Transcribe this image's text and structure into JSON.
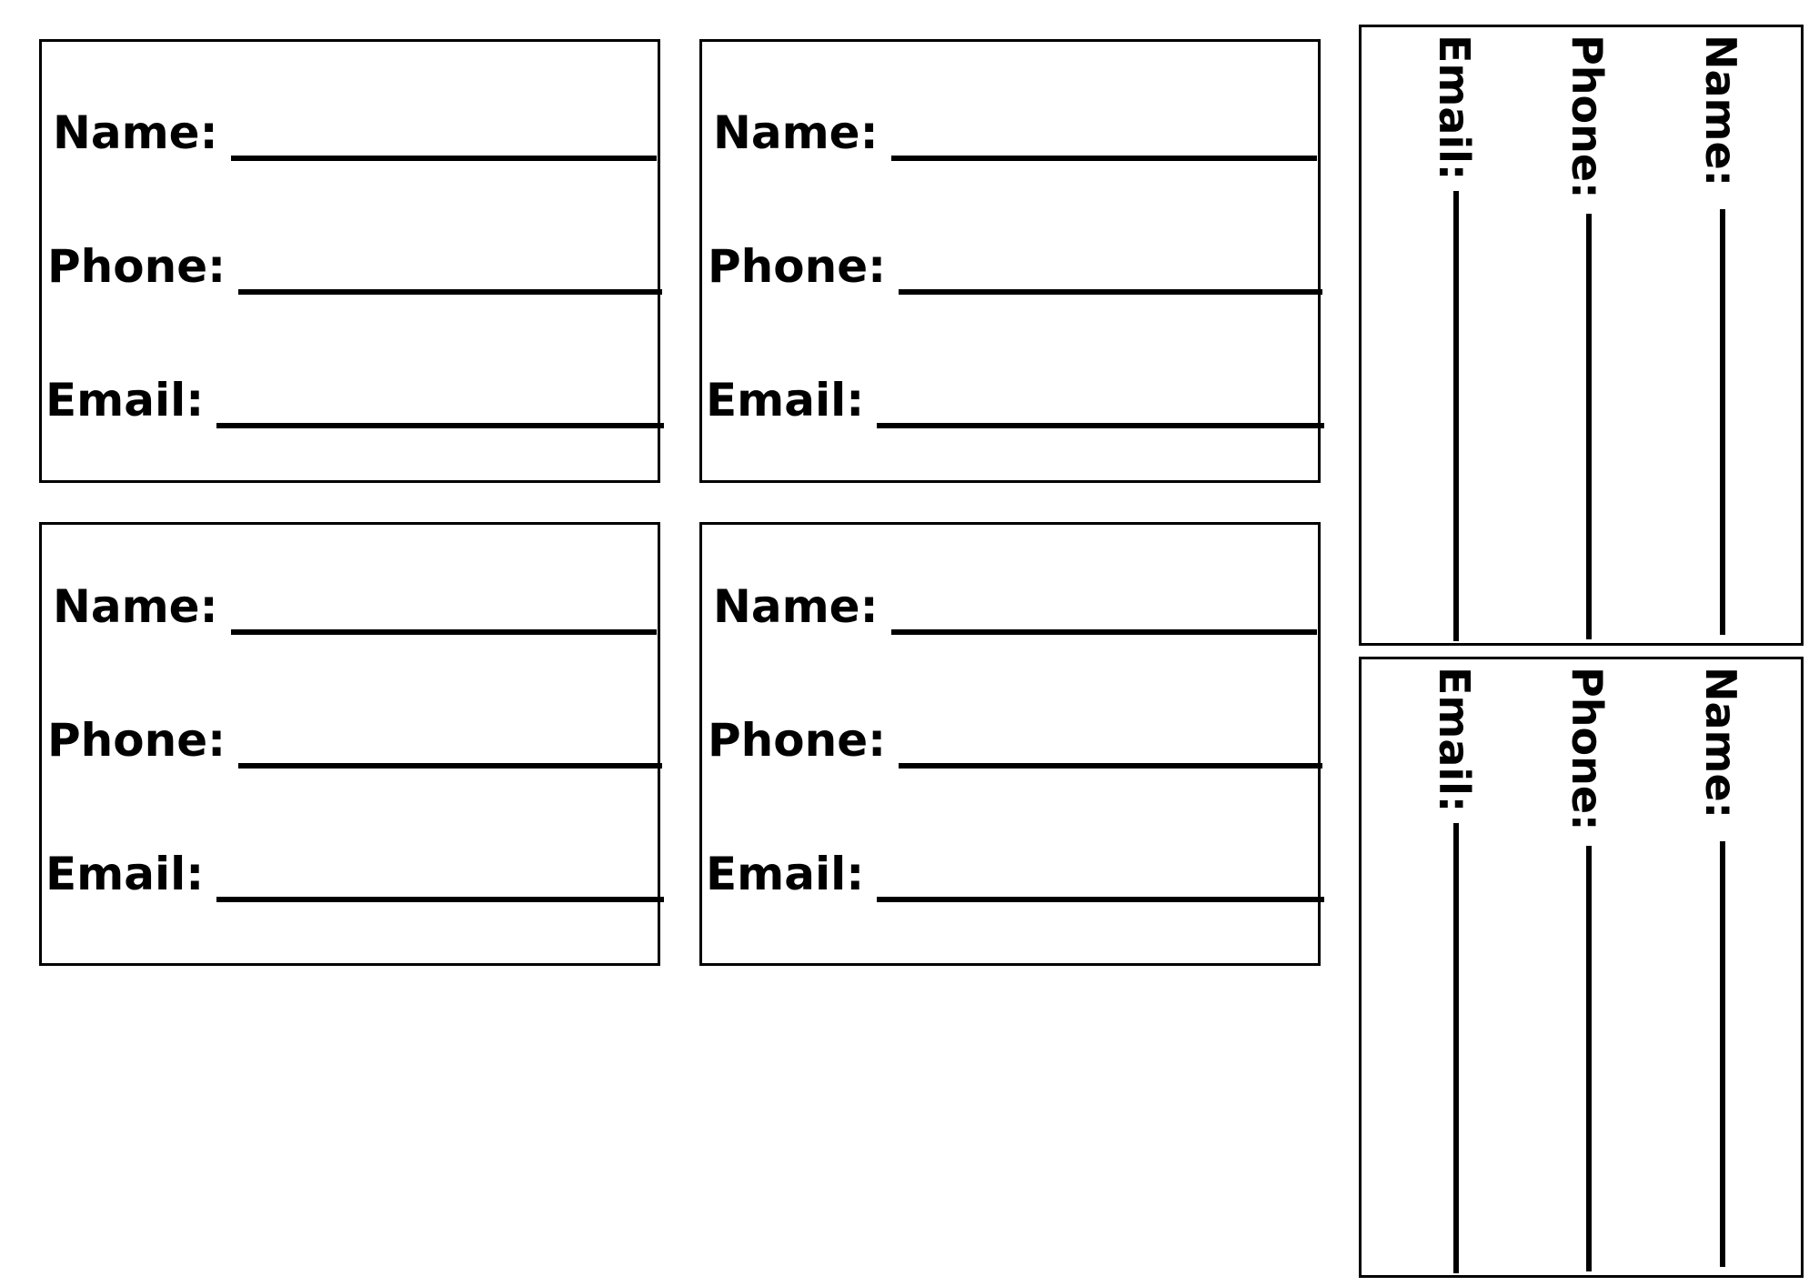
{
  "fields": {
    "name": "Name:",
    "phone": "Phone:",
    "email": "Email:"
  },
  "horizontal_cards": [
    {
      "id": "card-1"
    },
    {
      "id": "card-2"
    },
    {
      "id": "card-3"
    },
    {
      "id": "card-4"
    }
  ],
  "vertical_cards": [
    {
      "id": "vcard-1"
    },
    {
      "id": "vcard-2"
    }
  ],
  "colors": {
    "ink": "#000000",
    "paper": "#ffffff"
  }
}
